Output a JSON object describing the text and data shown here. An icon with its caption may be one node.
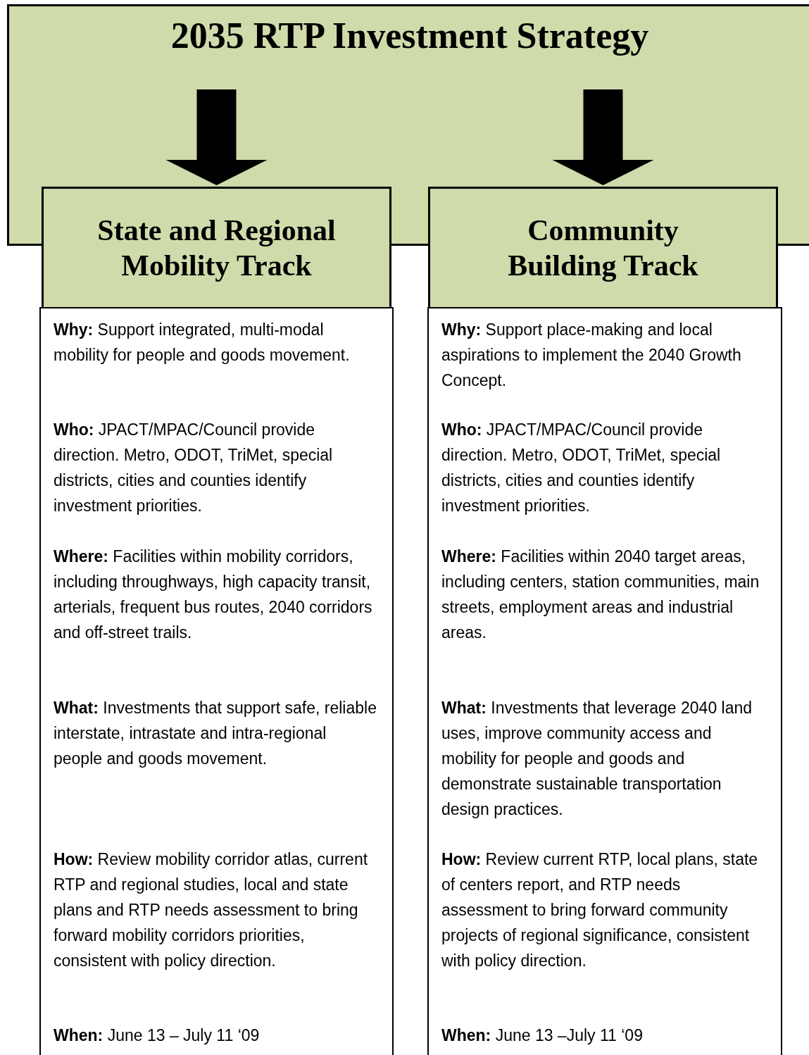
{
  "diagram": {
    "nodes": [
      {
        "text": [
          "2035 RTP Investment Strategy"
        ]
      },
      {
        "text": [
          "State and Regional Mobility Track"
        ]
      },
      {
        "text": [
          "**Why:** Support integrated, multi-modal mobility for people and goods movement.",
          "**Who:**  JPACT/MPAC/Council provide direction. Metro, ODOT, TriMet, special districts, cities and counties identify investment priorities.",
          "**Where:**  Facilities within mobility corridors, including throughways, high capacity transit, arterials, frequent bus routes, 2040 corridors and off-street trails.",
          "**What:** Investments that support safe, reliable interstate, intrastate and intra-regional people and goods movement.",
          "**How:** Review mobility corridor atlas, current RTP and regional studies, local and state plans and RTP needs assessment to bring forward mobility corridors priorities, consistent with policy direction.",
          "**When:** June 13 – July 11 ‘09"
        ]
      },
      {
        "text": [
          "Community Building Track"
        ]
      },
      {
        "text": [
          "**Why:** Support place-making and local aspirations to implement the 2040 Growth Concept.",
          "**Who:**  JPACT/MPAC/Council provide direction. Metro, ODOT, TriMet, special districts, cities and counties identify investment priorities.",
          "**Where:**  Facilities within 2040 target areas, including centers, station communities, main streets, employment areas and industrial areas.",
          "**What:**  Investments that leverage 2040 land uses, improve community access and mobility for people and goods and demonstrate sustainable transportation design practices.",
          "**How:**  Review current RTP, local plans, state of centers report, and RTP needs assessment to bring forward community projects of regional significance, consistent with policy direction.",
          "**When:**  June 13 –July 11 ‘09"
        ]
      }
    ],
    "edges": [
      {
        "from": 0,
        "to": 1,
        "arrow": "to"
      },
      {
        "from": 0,
        "to": 3,
        "arrow": "to"
      }
    ]
  }
}
